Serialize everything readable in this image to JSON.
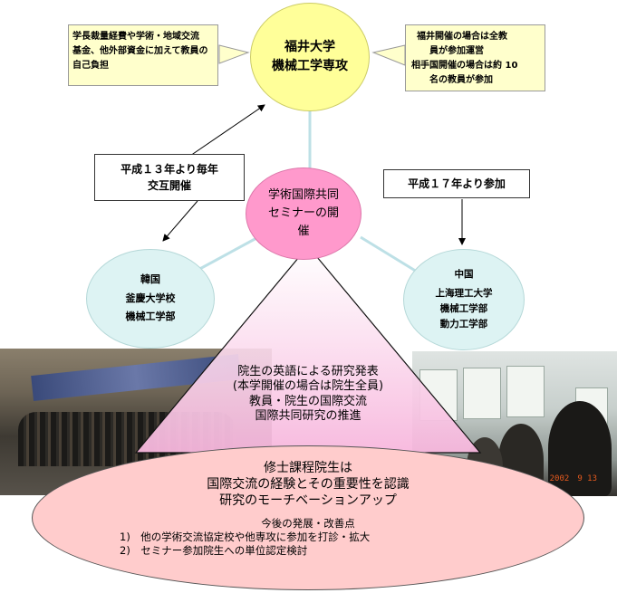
{
  "fukui": {
    "line1": "福井大学",
    "line2": "機械工学専攻"
  },
  "seminar": {
    "line1": "学術国際共同",
    "line2": "セミナーの開",
    "line3": "催"
  },
  "korea": {
    "line1": "韓国",
    "line2": "釜慶大学校",
    "line3": "機械工学部"
  },
  "china": {
    "line1": "中国",
    "line2": "上海理工大学",
    "line3": "機械工学部",
    "line4": "動力工学部"
  },
  "note_left": {
    "line1": "学長裁量経費や学術・地域交流",
    "line2": "基金、他外部資金に加えて教員の",
    "line3": "自己負担"
  },
  "note_right": {
    "line1": "福井開催の場合は全教",
    "line2": "員が参加運営",
    "line3": "相手国開催の場合は約 10",
    "line4": "名の教員が参加"
  },
  "box_korea": {
    "line1": "平成１３年より毎年",
    "line2": "交互開催"
  },
  "box_china": {
    "line1": "平成１７年より参加"
  },
  "outcomes": {
    "line1": "院生の英語による研究発表",
    "line2": "(本学開催の場合は院生全員)",
    "line3": "教員・院生の国際交流",
    "line4": "国際共同研究の推進"
  },
  "masters": {
    "title": "修士課程院生は",
    "line2": "国際交流の経験とその重要性を認識",
    "line3": "研究のモーチベーションアップ",
    "future_title": "今後の発展・改善点",
    "item1": "1)　他の学術交流協定校や他専攻に参加を打診・拡大",
    "item2": "2)　セミナー参加院生への単位認定検討"
  },
  "photo_date": "2002　9 13",
  "colors": {
    "yellow": "#ffff99",
    "pink": "#ff99cc",
    "cyan_light": "#ddf3f3",
    "oval": "#ffcccc",
    "connector": "#bde0e6"
  }
}
